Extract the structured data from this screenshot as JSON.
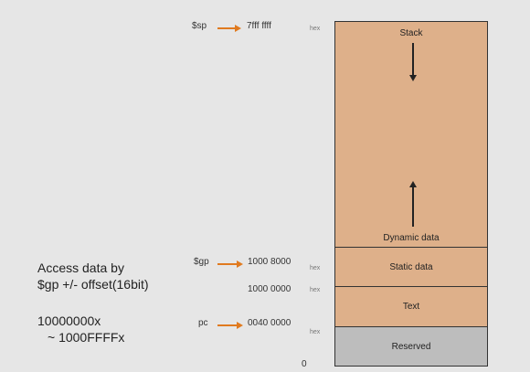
{
  "registers": {
    "sp": "$sp",
    "gp": "$gp",
    "pc": "pc"
  },
  "addresses": {
    "sp_addr": "7fff ffff",
    "gp_addr": "1000 8000",
    "text_top": "1000 0000",
    "pc_addr": "0040 0000",
    "zero": "0"
  },
  "hex_label": "hex",
  "segments": {
    "stack": "Stack",
    "dynamic": "Dynamic data",
    "static": "Static data",
    "text": "Text",
    "reserved": "Reserved"
  },
  "notes": {
    "line1": "Access data by",
    "line2": "$gp +/-  offset(16bit)",
    "line3": "10000000x",
    "line4": "~ 1000FFFFx"
  },
  "colors": {
    "segment_fill": "#deb08a",
    "reserved_fill": "#bdbdbd",
    "pointer_arrow": "#e07a1f",
    "background": "#e6e6e6"
  }
}
